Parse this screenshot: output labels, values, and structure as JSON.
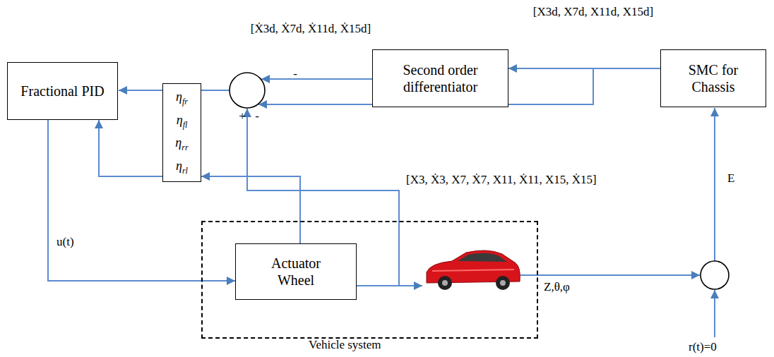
{
  "diagram": {
    "nodes": [
      {
        "text": [
          "Fractional PID"
        ]
      },
      {
        "text": [
          "Second order differentiator"
        ]
      },
      {
        "text": [
          "SMC for Chassis"
        ]
      },
      {
        "text": [
          "ηfr",
          "ηfl",
          "ηrr",
          "ηrl"
        ]
      },
      {
        "text": [
          "Vehicle system"
        ]
      },
      {
        "text": [
          "Actuator Wheel"
        ],
        "in": 4
      }
    ],
    "edges": [
      {
        "from": 2,
        "to": 1,
        "arrow": "to"
      },
      {
        "from": 0,
        "to": 5,
        "arrow": "to",
        "label": "u(t)"
      },
      {
        "from": 5,
        "to": 3,
        "arrow": "to"
      },
      {
        "from": 3,
        "to": 0,
        "arrow": "to"
      }
    ],
    "labels": [
      "[X3d, X7d, X11d, X15d]",
      "[Ẋ3d, Ẋ7d, Ẋ11d, Ẋ15d]",
      "-",
      "+",
      "-",
      "[X3, Ẋ3, X7, Ẋ7, X11, Ẋ11, X15, Ẋ15]",
      "Z,θ,φ",
      "E",
      "r(t)=0"
    ]
  }
}
